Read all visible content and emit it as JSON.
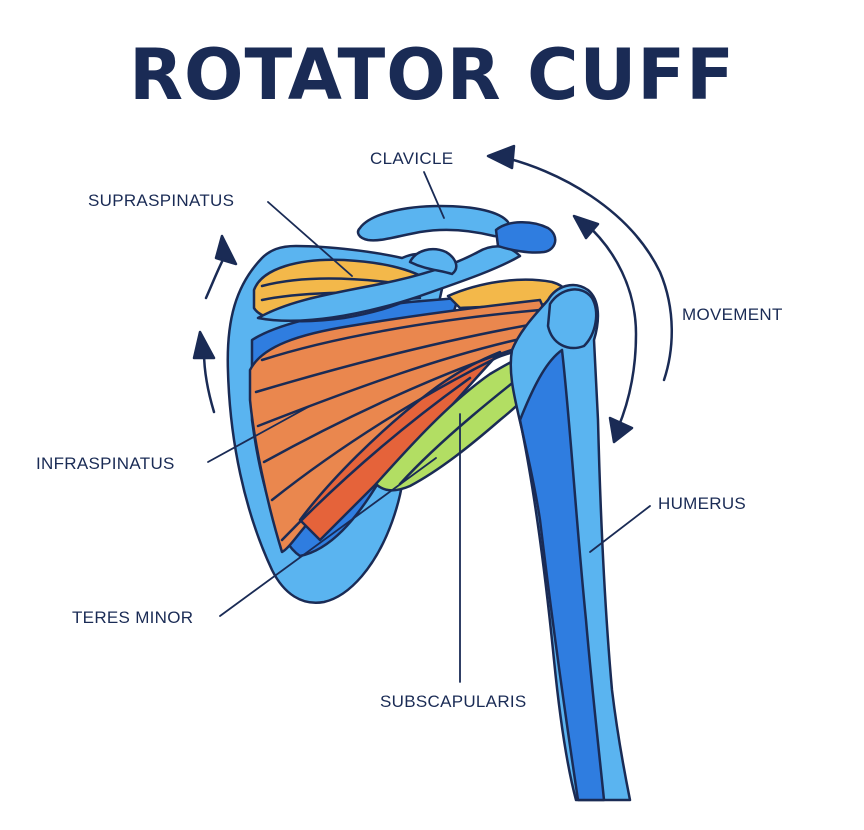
{
  "title": "ROTATOR CUFF",
  "labels": {
    "clavicle": "CLAVICLE",
    "supraspinatus": "SUPRASPINATUS",
    "movement": "MOVEMENT",
    "infraspinatus": "INFRASPINATUS",
    "humerus": "HUMERUS",
    "teres_minor": "TERES MINOR",
    "subscapularis": "SUBSCAPULARIS"
  },
  "colors": {
    "outline": "#1a2b55",
    "bone_light": "#5ab4f0",
    "bone_dark": "#2f7de0",
    "muscle_orange": "#ea874e",
    "muscle_red_orange": "#e5633a",
    "muscle_yellow": "#f3b84a",
    "muscle_green": "#b2de63"
  }
}
